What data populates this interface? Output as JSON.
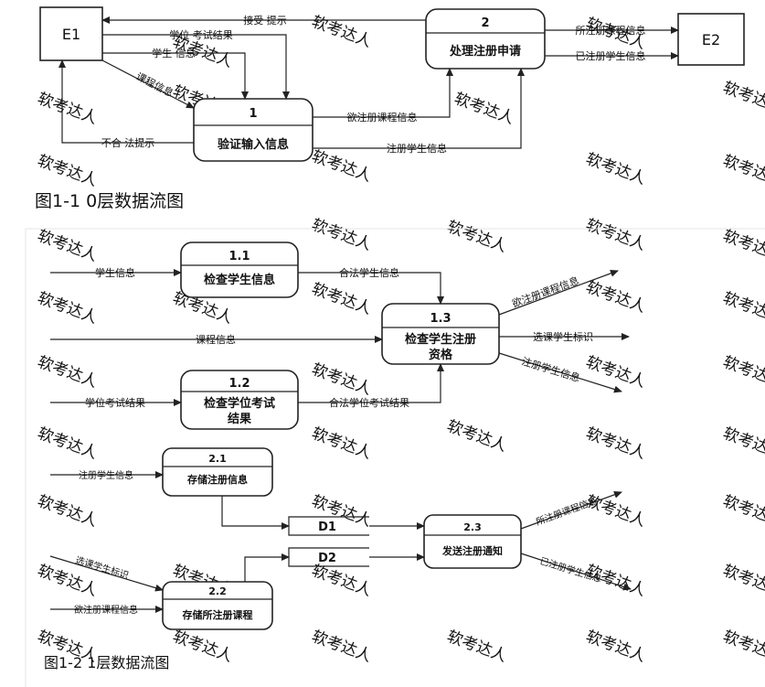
{
  "watermark": "软考达人",
  "figure1": {
    "caption": "图1-1 0层数据流图",
    "entities": {
      "e1": "E1",
      "e2": "E2"
    },
    "processes": {
      "p1": {
        "num": "1",
        "name": "验证输入信息"
      },
      "p2": {
        "num": "2",
        "name": "处理注册申请"
      }
    },
    "flows": {
      "accept_hint": "接受 提示",
      "degree_result": "学位 考试结果",
      "student_info": "学生 信息",
      "course_info": "课程信息",
      "illegal_hint": "不合 法提示",
      "want_course": "欲注册课程信息",
      "reg_student": "注册学生信息",
      "reg_courses": "所注册课程信息",
      "registered_students": "已注册学生信息"
    }
  },
  "figure2": {
    "caption": "图1-2 1层数据流图",
    "processes": {
      "p11": {
        "num": "1.1",
        "name": "检查学生信息"
      },
      "p12": {
        "num": "1.2",
        "name_line1": "检查学位考试",
        "name_line2": "结果"
      },
      "p13": {
        "num": "1.3",
        "name_line1": "检查学生注册",
        "name_line2": "资格"
      },
      "p21": {
        "num": "2.1",
        "name": "存储注册信息"
      },
      "p22": {
        "num": "2.2",
        "name": "存储所注册课程"
      },
      "p23": {
        "num": "2.3",
        "name": "发送注册通知"
      }
    },
    "stores": {
      "d1": "D1",
      "d2": "D2"
    },
    "flows": {
      "student_info": "学生信息",
      "legal_student_info": "合法学生信息",
      "course_info": "课程信息",
      "degree_result": "学位考试结果",
      "legal_degree_result": "合法学位考试结果",
      "want_course": "欲注册课程信息",
      "select_student_id": "选课学生标识",
      "reg_student": "注册学生信息",
      "reg_student_in": "注册学生信息",
      "select_student_id_in": "选课学生标识",
      "want_course_in": "欲注册课程信息",
      "reg_courses_out": "所注册课程信息",
      "registered_students_out": "已注册学生信息"
    }
  }
}
